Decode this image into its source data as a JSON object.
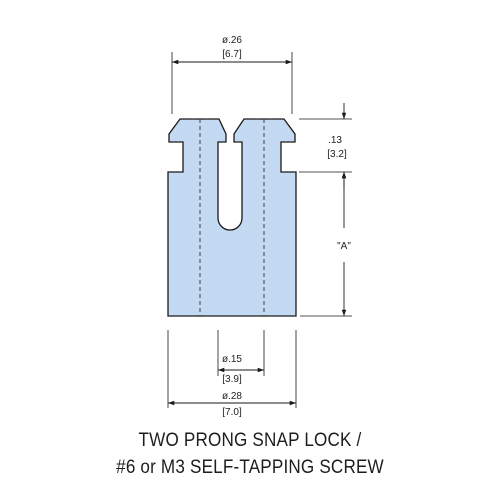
{
  "dimensions": {
    "top_width": {
      "imperial": "ø.26",
      "metric": "[6.7]"
    },
    "head_height": {
      "imperial": ".13",
      "metric": "[3.2]"
    },
    "body_height": {
      "label": "\"A\""
    },
    "slot_width": {
      "imperial": "ø.15",
      "metric": "[3.9]"
    },
    "base_width": {
      "imperial": "ø.28",
      "metric": "[7.0]"
    }
  },
  "caption": {
    "line1": "TWO PRONG SNAP LOCK /",
    "line2": "#6 or M3 SELF-TAPPING SCREW"
  },
  "colors": {
    "part_fill": "#c4d9f2",
    "outline": "#1a1a1a",
    "hidden_line": "#333333"
  }
}
